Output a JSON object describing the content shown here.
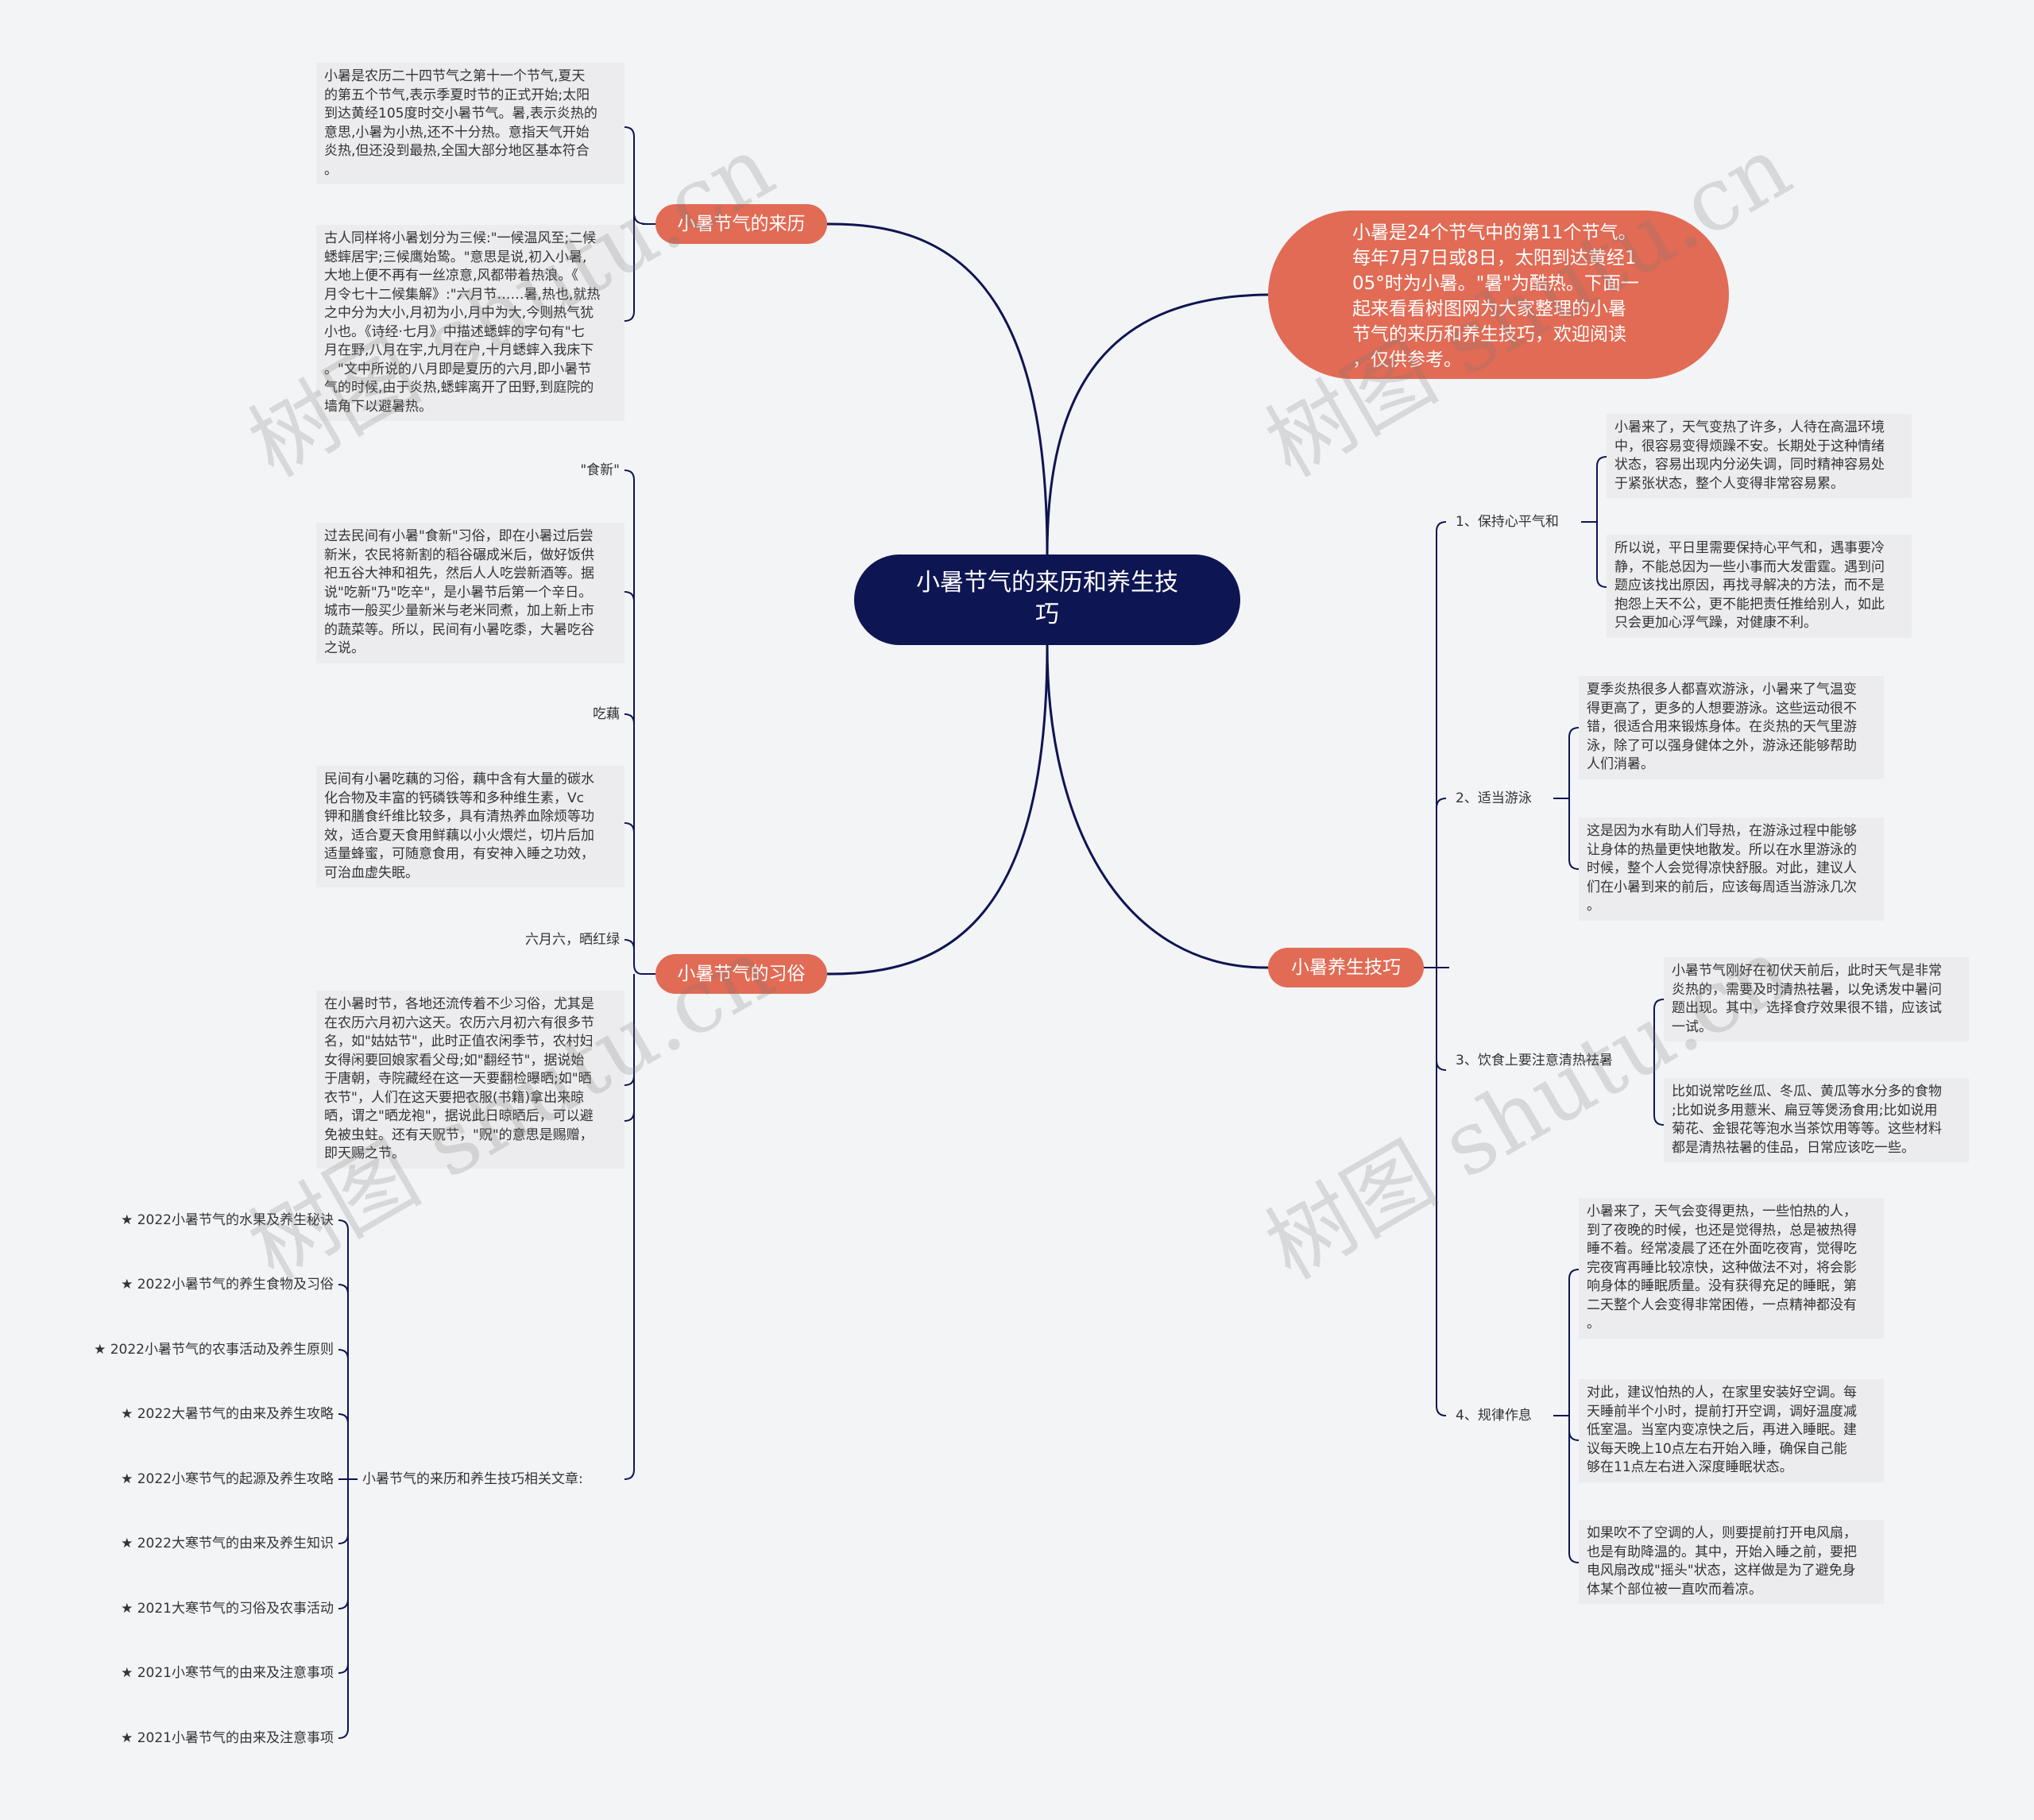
{
  "root": "小暑节气的来历和养生技\n巧",
  "intro": "小暑是24个节气中的第11个节气。\n每年7月7日或8日，太阳到达黄经1\n05°时为小暑。\"暑\"为酷热。下面一\n起来看看树图网为大家整理的小暑\n节气的来历和养生技巧，欢迎阅读\n，仅供参考。",
  "branches": {
    "origin": {
      "label": "小暑节气的来历",
      "texts": [
        "小暑是农历二十四节气之第十一个节气,夏天\n的第五个节气,表示季夏时节的正式开始;太阳\n到达黄经105度时交小暑节气。暑,表示炎热的\n意思,小暑为小热,还不十分热。意指天气开始\n炎热,但还没到最热,全国大部分地区基本符合\n。",
        "古人同样将小暑划分为三候:\"一候温风至;二候\n蟋蟀居宇;三候鹰始鸷。\"意思是说,初入小暑,\n大地上便不再有一丝凉意,风都带着热浪。《\n月令七十二候集解》:\"六月节……暑,热也,就热\n之中分为大小,月初为小,月中为大,今则热气犹\n小也。《诗经·七月》中描述蟋蟀的字句有\"七\n月在野,八月在宇,九月在户,十月蟋蟀入我床下\n。\"文中所说的八月即是夏历的六月,即小暑节\n气的时候,由于炎热,蟋蟀离开了田野,到庭院的\n墙角下以避暑热。"
      ]
    },
    "customs": {
      "label": "小暑节气的习俗",
      "items": [
        {
          "title": "\"食新\"",
          "text": "过去民间有小暑\"食新\"习俗，即在小暑过后尝\n新米，农民将新割的稻谷碾成米后，做好饭供\n祀五谷大神和祖先，然后人人吃尝新酒等。据\n说\"吃新\"乃\"吃辛\"，是小暑节后第一个辛日。\n城市一般买少量新米与老米同煮，加上新上市\n的蔬菜等。所以，民间有小暑吃黍，大暑吃谷\n之说。"
        },
        {
          "title": "吃藕",
          "text": "民间有小暑吃藕的习俗，藕中含有大量的碳水\n化合物及丰富的钙磷铁等和多种维生素，Vc\n钾和膳食纤维比较多，具有清热养血除烦等功\n效，适合夏天食用鲜藕以小火煨烂，切片后加\n适量蜂蜜，可随意食用，有安神入睡之功效，\n可治血虚失眠。"
        },
        {
          "title": "六月六，晒红绿",
          "text": "在小暑时节，各地还流传着不少习俗，尤其是\n在农历六月初六这天。农历六月初六有很多节\n名，如\"姑姑节\"，此时正值农闲季节，农村妇\n女得闲要回娘家看父母;如\"翻经节\"，据说始\n于唐朝，寺院藏经在这一天要翻检曝晒;如\"晒\n衣节\"，人们在这天要把衣服(书籍)拿出来晾\n晒，谓之\"晒龙袍\"，据说此日晾晒后，可以避\n免被虫蛀。还有天贶节，\"贶\"的意思是赐赠，\n即天赐之节。"
        }
      ],
      "related": {
        "label": "小暑节气的来历和养生技巧相关文章:",
        "articles": [
          "★ 2022小暑节气的水果及养生秘诀",
          "★ 2022小暑节气的养生食物及习俗",
          "★ 2022小暑节气的农事活动及养生原则",
          "★ 2022大暑节气的由来及养生攻略",
          "★ 2022小寒节气的起源及养生攻略",
          "★ 2022大寒节气的由来及养生知识",
          "★ 2021大寒节气的习俗及农事活动",
          "★ 2021小寒节气的由来及注意事项",
          "★ 2021小暑节气的由来及注意事项"
        ]
      }
    },
    "health": {
      "label": "小暑养生技巧",
      "tips": [
        {
          "title": "1、保持心平气和",
          "texts": [
            "小暑来了，天气变热了许多，人待在高温环境\n中，很容易变得烦躁不安。长期处于这种情绪\n状态，容易出现内分泌失调，同时精神容易处\n于紧张状态，整个人变得非常容易累。",
            "所以说，平日里需要保持心平气和，遇事要冷\n静，不能总因为一些小事而大发雷霆。遇到问\n题应该找出原因，再找寻解决的方法，而不是\n抱怨上天不公，更不能把责任推给别人，如此\n只会更加心浮气躁，对健康不利。"
          ]
        },
        {
          "title": "2、适当游泳",
          "texts": [
            "夏季炎热很多人都喜欢游泳，小暑来了气温变\n得更高了，更多的人想要游泳。这些运动很不\n错，很适合用来锻炼身体。在炎热的天气里游\n泳，除了可以强身健体之外，游泳还能够帮助\n人们消暑。",
            "这是因为水有助人们导热，在游泳过程中能够\n让身体的热量更快地散发。所以在水里游泳的\n时候，整个人会觉得凉快舒服。对此，建议人\n们在小暑到来的前后，应该每周适当游泳几次\n。"
          ]
        },
        {
          "title": "3、饮食上要注意清热祛暑",
          "texts": [
            "小暑节气刚好在初伏天前后，此时天气是非常\n炎热的，需要及时清热祛暑，以免诱发中暑问\n题出现。其中，选择食疗效果很不错，应该试\n一试。",
            "比如说常吃丝瓜、冬瓜、黄瓜等水分多的食物\n;比如说多用薏米、扁豆等煲汤食用;比如说用\n菊花、金银花等泡水当茶饮用等等。这些材料\n都是清热祛暑的佳品，日常应该吃一些。"
          ]
        },
        {
          "title": "4、规律作息",
          "texts": [
            "小暑来了，天气会变得更热，一些怕热的人，\n到了夜晚的时候，也还是觉得热，总是被热得\n睡不着。经常凌晨了还在外面吃夜宵，觉得吃\n完夜宵再睡比较凉快，这种做法不对，将会影\n响身体的睡眠质量。没有获得充足的睡眠，第\n二天整个人会变得非常困倦，一点精神都没有\n。",
            "对此，建议怕热的人，在家里安装好空调。每\n天睡前半个小时，提前打开空调，调好温度减\n低室温。当室内变凉快之后，再进入睡眠。建\n议每天晚上10点左右开始入睡，确保自己能\n够在11点左右进入深度睡眠状态。",
            "如果吹不了空调的人，则要提前打开电风扇，\n也是有助降温的。其中，开始入睡之前，要把\n电风扇改成\"摇头\"状态，这样做是为了避免身\n体某个部位被一直吹而着凉。"
          ]
        }
      ]
    }
  },
  "watermarks": [
    "树图 shutu.cn",
    "树图 shutu.cn",
    "树图 shutu.cn",
    "树图 shutu.cn"
  ],
  "colors": {
    "root": "#0e1553",
    "branch": "#e16b55",
    "line": "#0e1553",
    "text_bg": "#ececee"
  }
}
